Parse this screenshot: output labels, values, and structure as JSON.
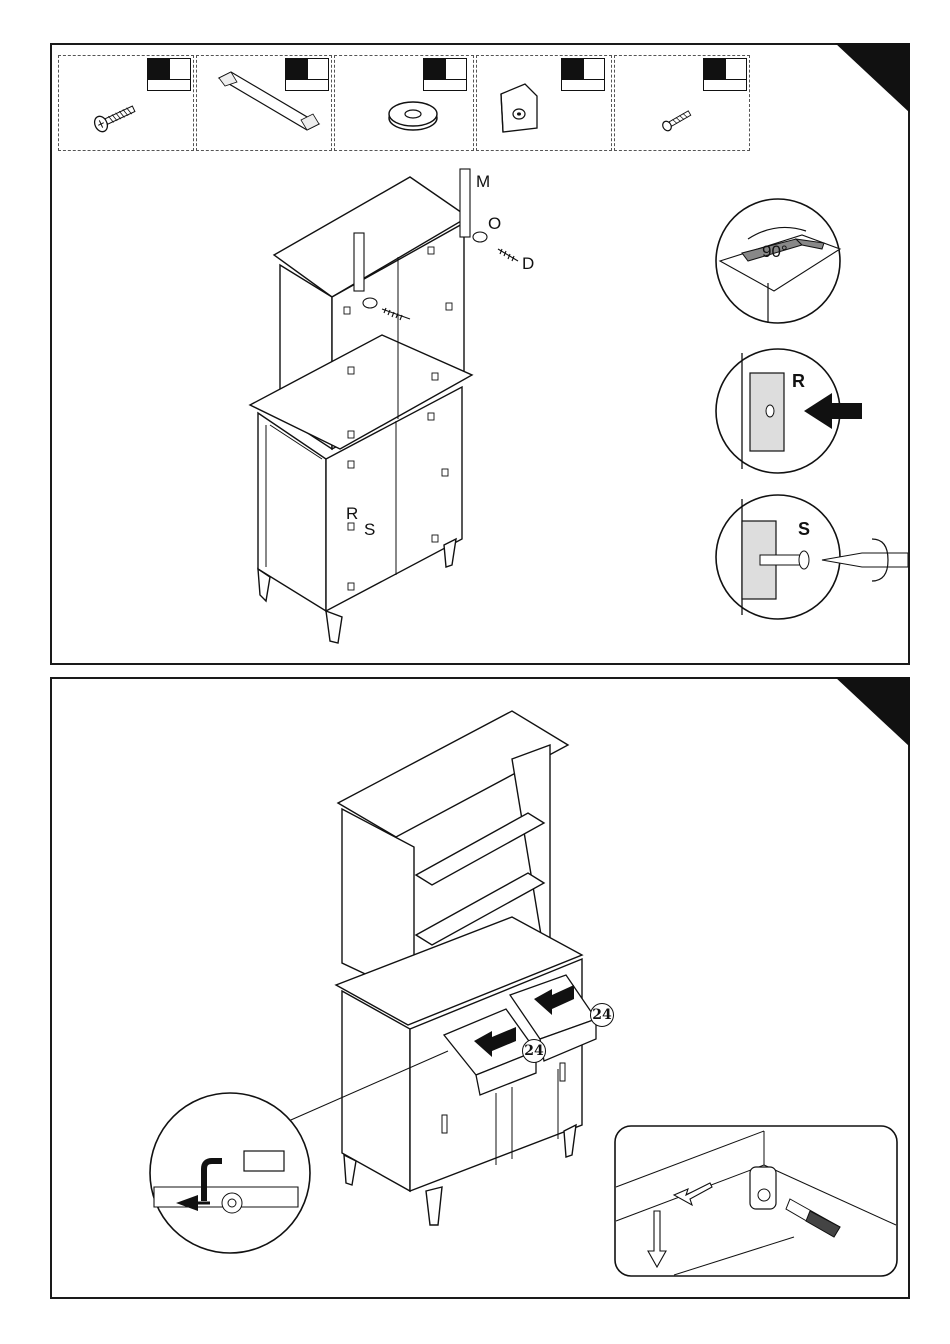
{
  "step1": {
    "hardware": [
      {
        "icon": "large-screw-icon"
      },
      {
        "icon": "anti-tip-strap-icon"
      },
      {
        "icon": "washer-icon"
      },
      {
        "icon": "bracket-icon"
      },
      {
        "icon": "small-screw-icon"
      }
    ],
    "labels": {
      "strap": "M",
      "washer": "O",
      "screw": "D",
      "bracket": "R",
      "bracket_screw": "S"
    },
    "detail": {
      "angle": "90°",
      "bracket_label": "R",
      "screw_label": "S"
    }
  },
  "step2": {
    "drawer_labels": [
      "24",
      "24"
    ]
  }
}
